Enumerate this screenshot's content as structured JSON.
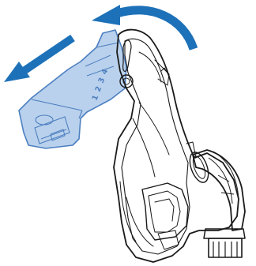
{
  "diagram": {
    "scale_labels": [
      "1",
      "2",
      "3",
      "4"
    ]
  },
  "colors": {
    "arrow_blue": "#1d71b8",
    "part_fill": "#b9d1ec",
    "part_stroke": "#4d7fc0",
    "outline": "#1a1a1a",
    "background": "#ffffff"
  },
  "icons": {
    "rotate_arrow": "curved-arrow-icon",
    "direction_arrow": "straight-arrow-icon"
  }
}
